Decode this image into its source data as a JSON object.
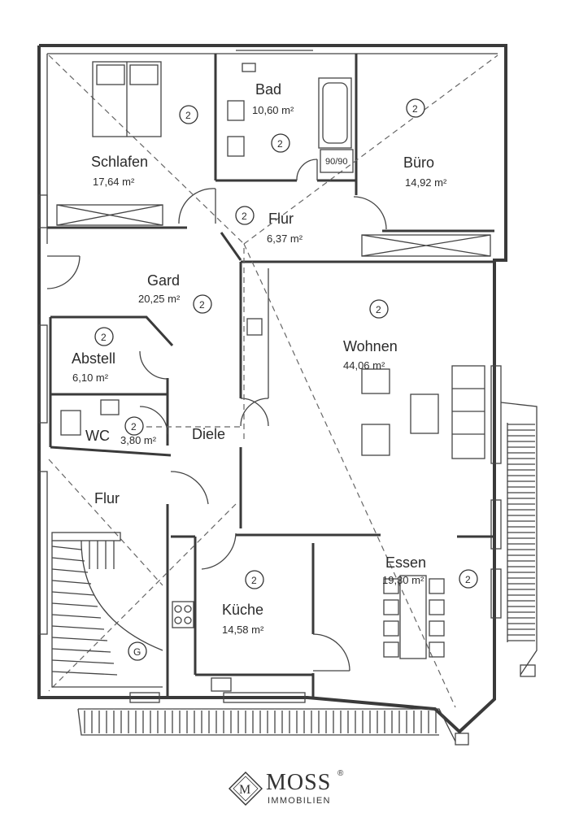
{
  "rooms": {
    "schlafen": {
      "name": "Schlafen",
      "area": "17,64 m²",
      "marker": "2"
    },
    "bad": {
      "name": "Bad",
      "area": "10,60 m²",
      "marker": "2"
    },
    "buero": {
      "name": "Büro",
      "area": "14,92 m²",
      "marker": "2"
    },
    "flur_oben": {
      "name": "Flur",
      "area": "6,37 m²",
      "marker": "2"
    },
    "gard": {
      "name": "Gard",
      "area": "20,25 m²",
      "marker": "2"
    },
    "abstell": {
      "name": "Abstell",
      "area": "6,10 m²",
      "marker": "2"
    },
    "wc": {
      "name": "WC",
      "area": "3,80 m²",
      "marker": "2"
    },
    "diele": {
      "name": "Diele"
    },
    "wohnen": {
      "name": "Wohnen",
      "area": "44,06 m²",
      "marker": "2"
    },
    "essen": {
      "name": "Essen",
      "area": "19,30 m²",
      "marker": "2"
    },
    "kueche": {
      "name": "Küche",
      "area": "14,58 m²",
      "marker": "2"
    },
    "flur_unten": {
      "name": "Flur"
    },
    "treppe": {
      "marker": "G"
    }
  },
  "shower_label": "90/90",
  "brand": {
    "name": "MOSS",
    "reg": "®",
    "sub": "IMMOBILIEN",
    "mark": "M"
  }
}
